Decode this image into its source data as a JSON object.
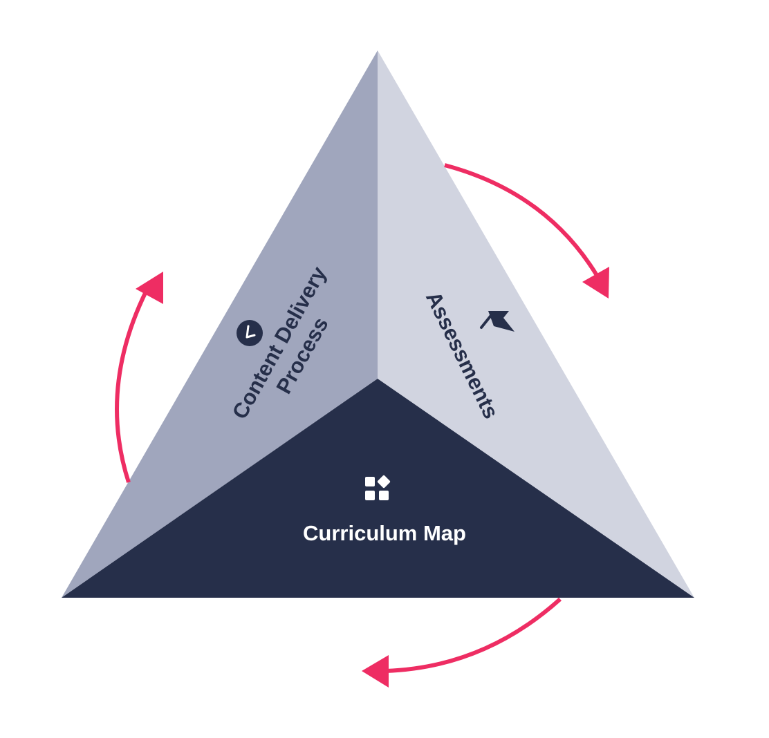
{
  "faces": {
    "left": {
      "line1": "Content Delivery",
      "line2": "Process",
      "icon": "clock-icon"
    },
    "right": {
      "label": "Assessments",
      "icon": "flag-icon"
    },
    "bottom": {
      "label": "Curriculum Map",
      "icon": "blocks-icon"
    }
  },
  "colors": {
    "left_face": "#a0a6bd",
    "right_face": "#d1d4e0",
    "bottom_face": "#262f4a",
    "arrow": "#ee2d63",
    "dark_text": "#262f4a",
    "light_text": "#ffffff"
  }
}
